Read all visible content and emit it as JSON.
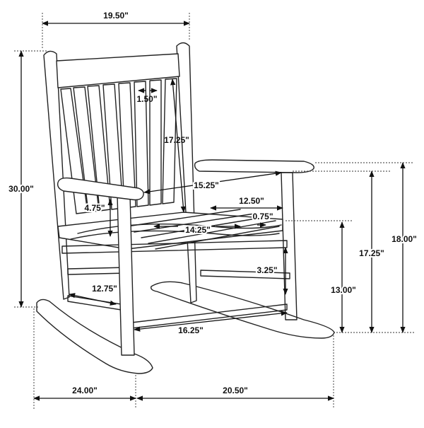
{
  "dimensions": {
    "overall_width": "19.50\"",
    "back_slat_spacing": "1.50\"",
    "back_height": "17.25\"",
    "overall_height": "30.00\"",
    "seat_width": "15.25\"",
    "arm_length": "12.50\"",
    "arm_to_seat": "4.75\"",
    "arm_thickness": "0.75\"",
    "seat_depth": "14.25\"",
    "arm_height": "18.00\"",
    "arm_top_height": "17.25\"",
    "seat_height": "13.00\"",
    "stretcher_height": "3.25\"",
    "side_stretcher": "12.75\"",
    "front_stretcher": "16.25\"",
    "rocker_front_depth": "24.00\"",
    "rocker_back_depth": "20.50\""
  }
}
